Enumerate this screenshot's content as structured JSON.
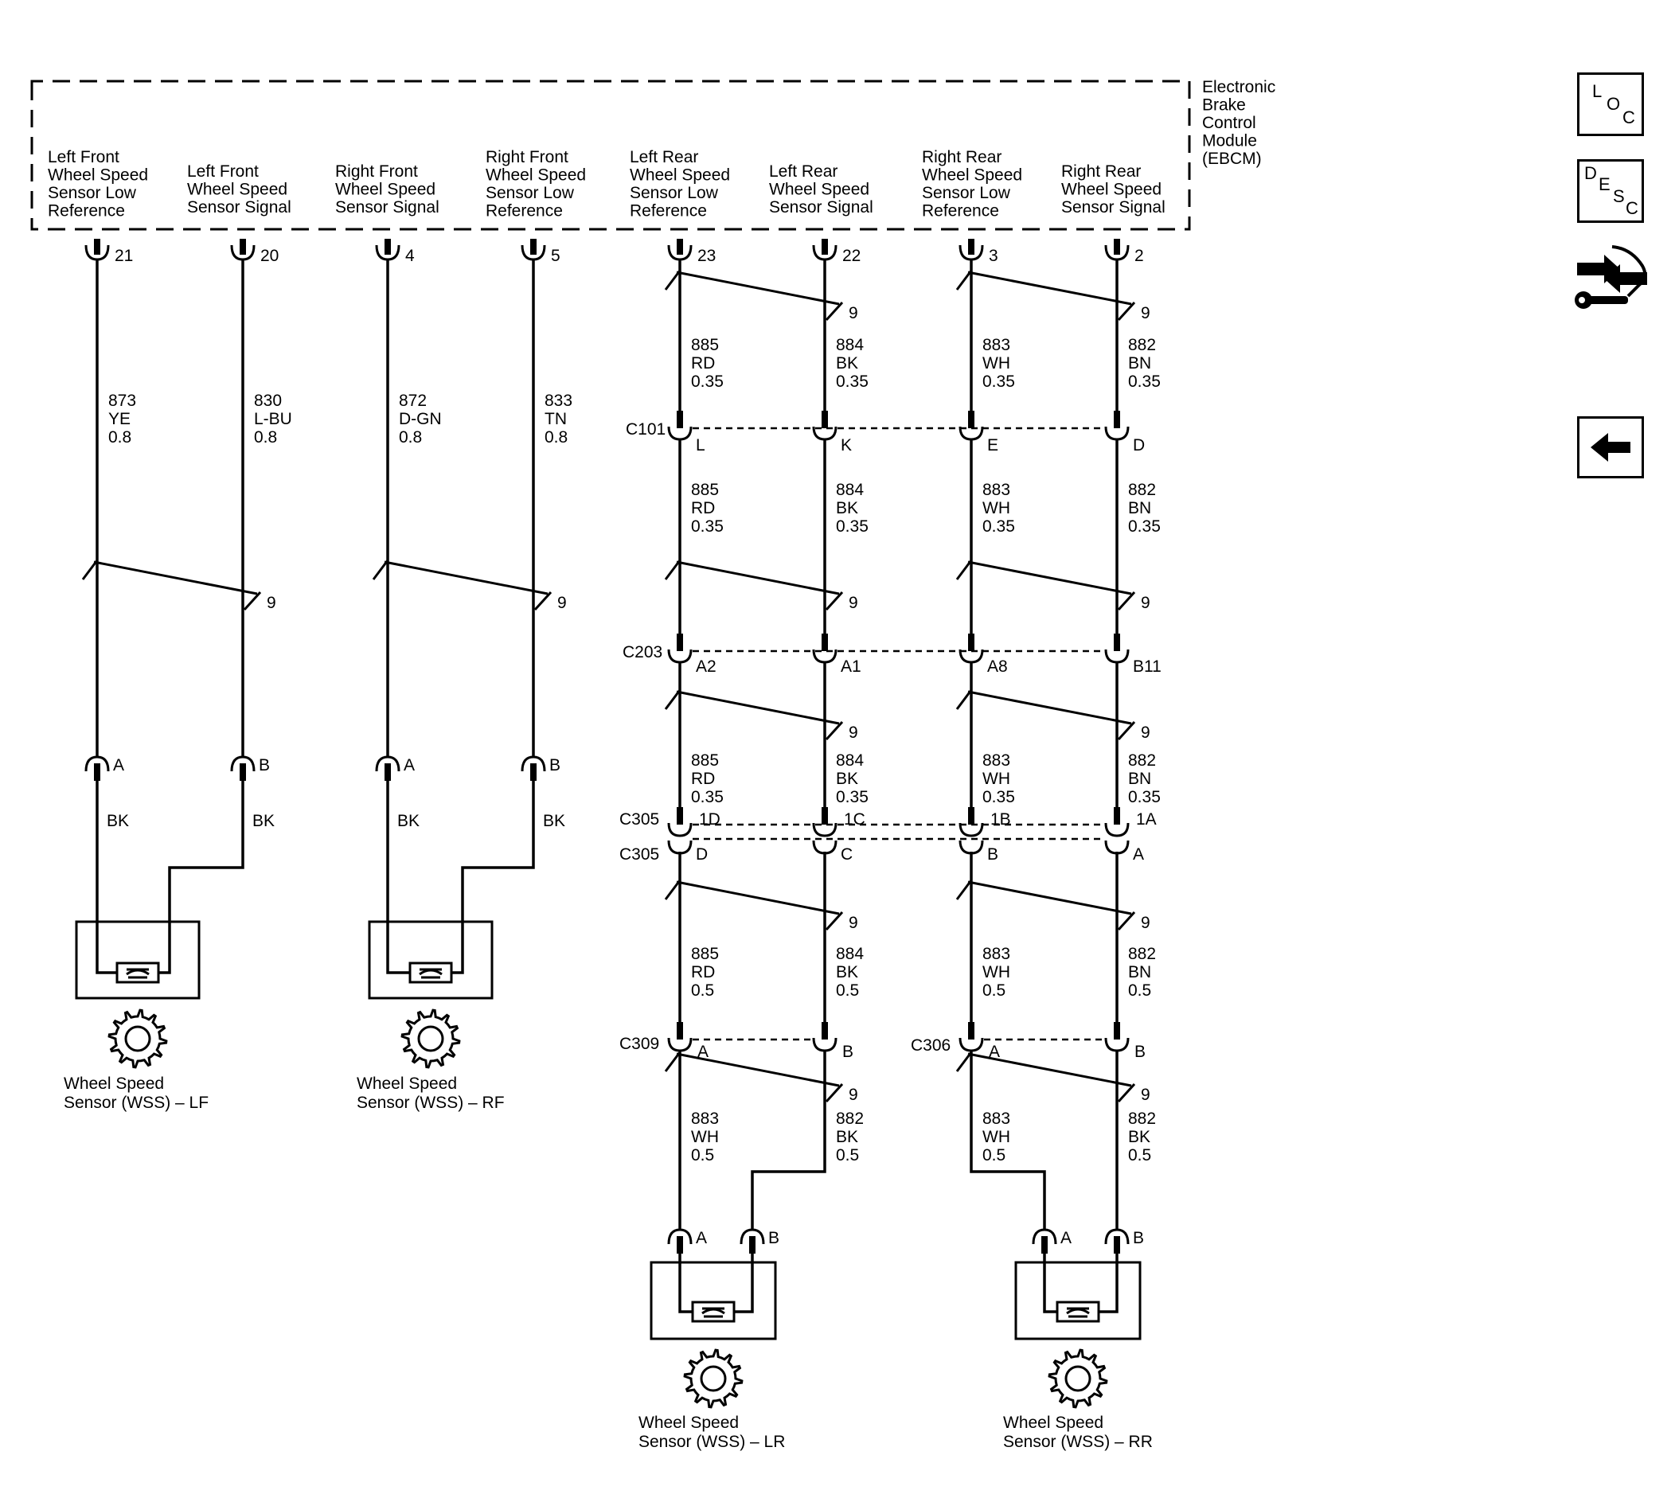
{
  "module": {
    "label_lines": [
      "Electronic",
      "Brake",
      "Control",
      "Module",
      "(EBCM)"
    ]
  },
  "circuits": [
    {
      "label_lines": [
        "Left Front",
        "Wheel Speed",
        "Sensor Low",
        "Reference"
      ],
      "pin": "21",
      "wire": [
        "873",
        "YE",
        "0.8"
      ],
      "sensor_pin": "A",
      "sensor_wire_color": "BK"
    },
    {
      "label_lines": [
        "Left Front",
        "Wheel Speed",
        "Sensor Signal"
      ],
      "pin": "20",
      "wire": [
        "830",
        "L-BU",
        "0.8"
      ],
      "sensor_pin": "B",
      "sensor_wire_color": "BK"
    },
    {
      "label_lines": [
        "Right Front",
        "Wheel Speed",
        "Sensor Signal"
      ],
      "pin": "4",
      "wire": [
        "872",
        "D-GN",
        "0.8"
      ],
      "sensor_pin": "A",
      "sensor_wire_color": "BK"
    },
    {
      "label_lines": [
        "Right Front",
        "Wheel Speed",
        "Sensor Low",
        "Reference"
      ],
      "pin": "5",
      "wire": [
        "833",
        "TN",
        "0.8"
      ],
      "sensor_pin": "B",
      "sensor_wire_color": "BK"
    },
    {
      "label_lines": [
        "Left Rear",
        "Wheel Speed",
        "Sensor Low",
        "Reference"
      ],
      "pin": "23",
      "segments": [
        [
          "885",
          "RD",
          "0.35"
        ],
        [
          "885",
          "RD",
          "0.35"
        ],
        [
          "885",
          "RD",
          "0.35"
        ],
        [
          "885",
          "RD",
          "0.5"
        ],
        [
          "883",
          "WH",
          "0.5"
        ]
      ],
      "c101": "L",
      "c203": "A2",
      "c305_top": "1D",
      "c305_bot": "D",
      "c309": "A",
      "sensor_pin": "A"
    },
    {
      "label_lines": [
        "Left Rear",
        "Wheel Speed",
        "Sensor Signal"
      ],
      "pin": "22",
      "segments": [
        [
          "884",
          "BK",
          "0.35"
        ],
        [
          "884",
          "BK",
          "0.35"
        ],
        [
          "884",
          "BK",
          "0.35"
        ],
        [
          "884",
          "BK",
          "0.5"
        ],
        [
          "882",
          "BK",
          "0.5"
        ]
      ],
      "c101": "K",
      "c203": "A1",
      "c305_top": "1C",
      "c305_bot": "C",
      "c309": "B",
      "sensor_pin": "B"
    },
    {
      "label_lines": [
        "Right Rear",
        "Wheel Speed",
        "Sensor Low",
        "Reference"
      ],
      "pin": "3",
      "segments": [
        [
          "883",
          "WH",
          "0.35"
        ],
        [
          "883",
          "WH",
          "0.35"
        ],
        [
          "883",
          "WH",
          "0.35"
        ],
        [
          "883",
          "WH",
          "0.5"
        ],
        [
          "883",
          "WH",
          "0.5"
        ]
      ],
      "c101": "E",
      "c203": "A8",
      "c305_top": "1B",
      "c305_bot": "B",
      "c309": "A",
      "sensor_pin": "A"
    },
    {
      "label_lines": [
        "Right Rear",
        "Wheel Speed",
        "Sensor Signal"
      ],
      "pin": "2",
      "segments": [
        [
          "882",
          "BN",
          "0.35"
        ],
        [
          "882",
          "BN",
          "0.35"
        ],
        [
          "882",
          "BN",
          "0.35"
        ],
        [
          "882",
          "BN",
          "0.5"
        ],
        [
          "882",
          "BK",
          "0.5"
        ]
      ],
      "c101": "D",
      "c203": "B11",
      "c305_top": "1A",
      "c305_bot": "A",
      "c309": "B",
      "sensor_pin": "B"
    }
  ],
  "connectors": {
    "c101": "C101",
    "c203": "C203",
    "c305": "C305",
    "c309": "C309",
    "c306": "C306"
  },
  "twist_count": "9",
  "sensors": [
    {
      "label_lines": [
        "Wheel Speed",
        "Sensor (WSS) – LF"
      ]
    },
    {
      "label_lines": [
        "Wheel Speed",
        "Sensor (WSS) – RF"
      ]
    },
    {
      "label_lines": [
        "Wheel Speed",
        "Sensor (WSS) – LR"
      ]
    },
    {
      "label_lines": [
        "Wheel Speed",
        "Sensor (WSS) – RR"
      ]
    }
  ],
  "sidebar": {
    "loc": [
      "L",
      "O",
      "C"
    ],
    "desc": [
      "D",
      "E",
      "S",
      "C"
    ],
    "icons": [
      "loc-icon",
      "desc-icon",
      "schematic-tools-icon",
      "back-arrow-icon"
    ]
  }
}
